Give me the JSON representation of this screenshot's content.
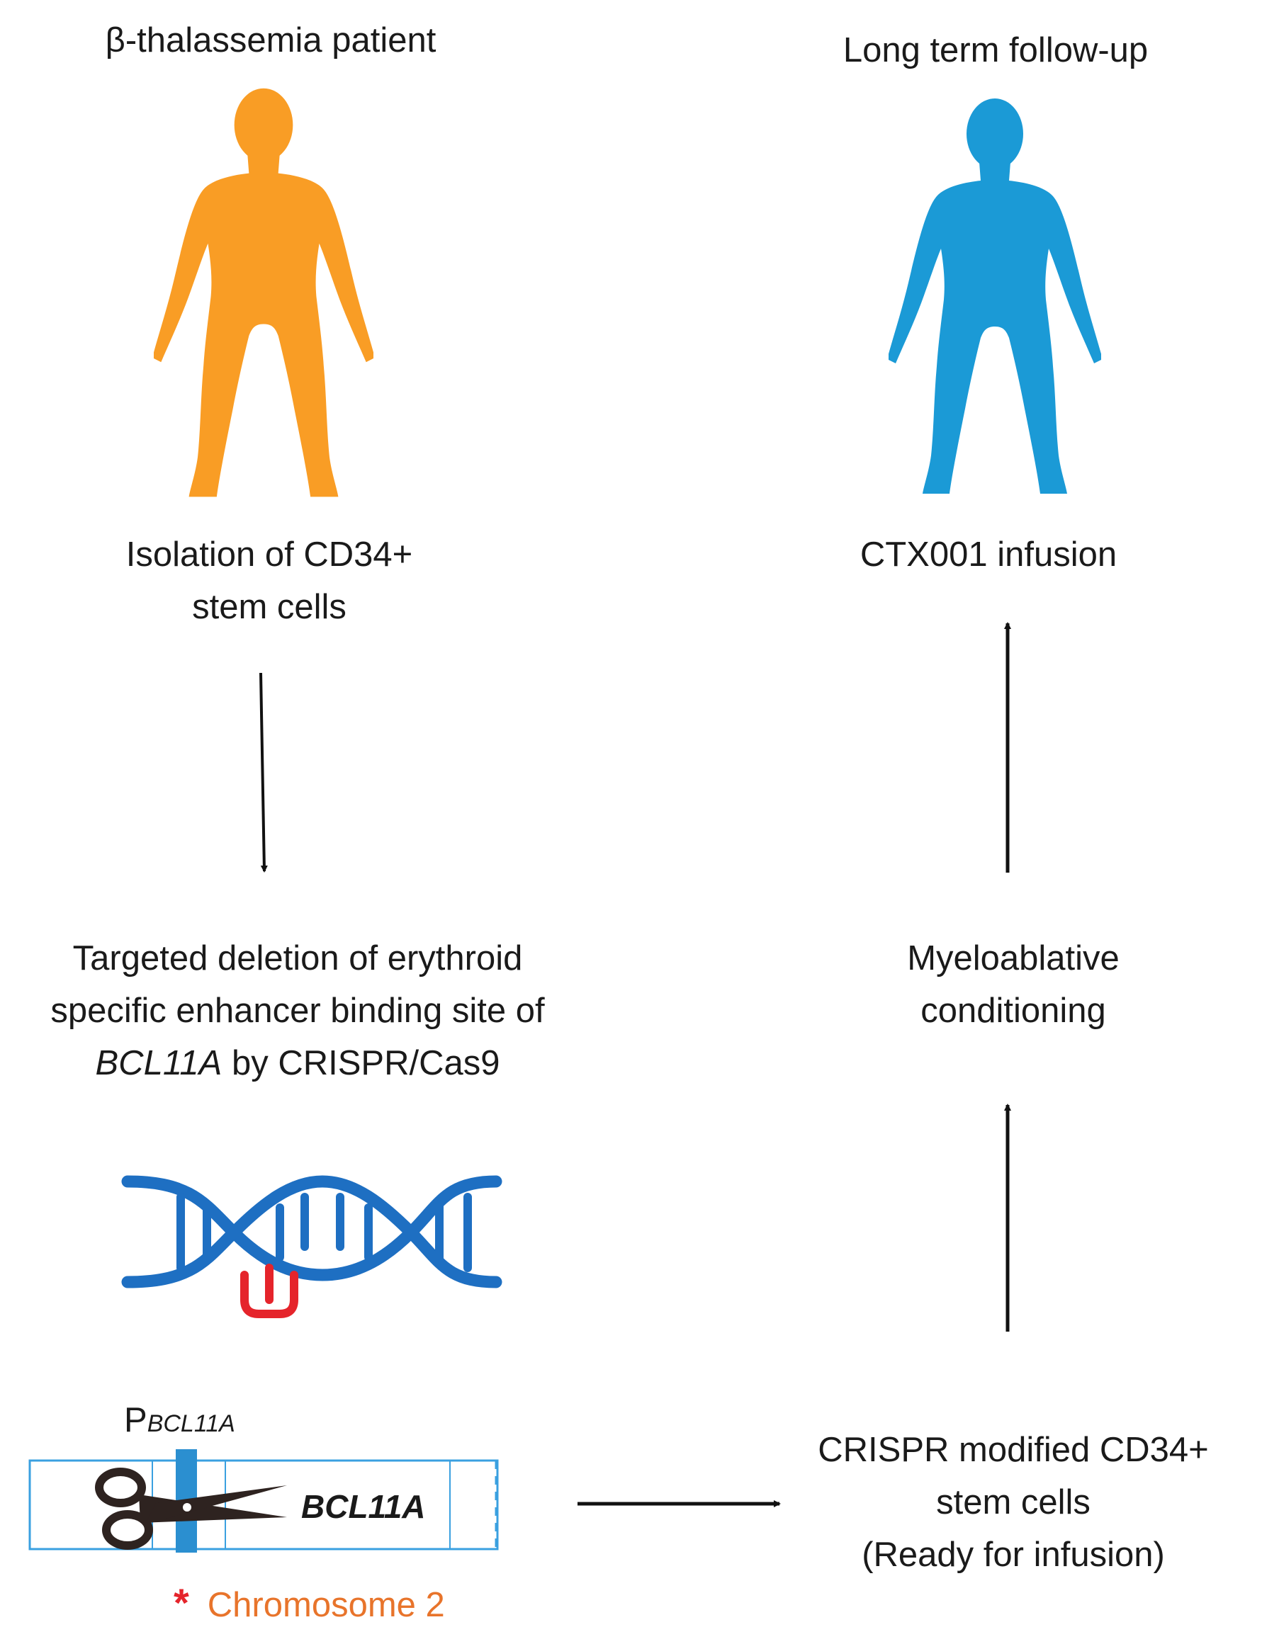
{
  "colors": {
    "patient": "#F99D25",
    "followup": "#1B9AD6",
    "dna": "#1E6FC2",
    "dna_cut": "#E5242B",
    "gene_box": "#3AA0E0",
    "promoter": "#2B8FD0",
    "chromosome_text": "#E8742B",
    "asterisk": "#E5242B",
    "arrow": "#111111"
  },
  "icons": {
    "patient_figure": "person-icon",
    "followup_figure": "person-icon",
    "dna": "dna-double-helix-icon",
    "scissors": "scissors-icon"
  },
  "labels": {
    "patient_title": "β-thalassemia patient",
    "followup_title": "Long term follow-up",
    "isolation_line1": "Isolation of CD34+",
    "isolation_line2": "stem cells",
    "infusion": "CTX001 infusion",
    "deletion_line1": "Targeted deletion of erythroid",
    "deletion_line2": "specific enhancer binding site of",
    "deletion_line3_gene": "BCL11A",
    "deletion_line3_rest": " by CRISPR/Cas9",
    "conditioning_line1": "Myeloablative",
    "conditioning_line2": "conditioning",
    "promoter_p": "P",
    "promoter_sub": "BCL11A",
    "gene_name": "BCL11A",
    "asterisk": "*",
    "chromosome": "Chromosome 2",
    "modified_line1": "CRISPR modified CD34+",
    "modified_line2": "stem cells",
    "modified_line3": "(Ready for infusion)"
  }
}
